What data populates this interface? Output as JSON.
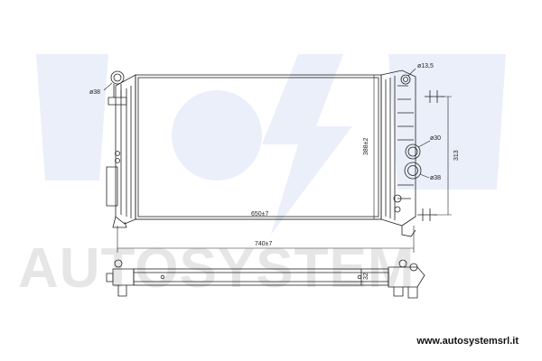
{
  "watermark": {
    "brand": "AUTOSYSTEM",
    "color": "#3a66c9"
  },
  "website": "www.autosystemsrl.it",
  "dimensions": {
    "core_width": "650±7",
    "overall_width": "740±7",
    "core_height": "388±2",
    "bracket_height": "313",
    "thickness": "32",
    "dia_top_right": "ø13,5",
    "dia_left_pipe": "ø38",
    "dia_inlet": "ø30",
    "dia_outlet": "ø38"
  },
  "line_color": "#222222"
}
